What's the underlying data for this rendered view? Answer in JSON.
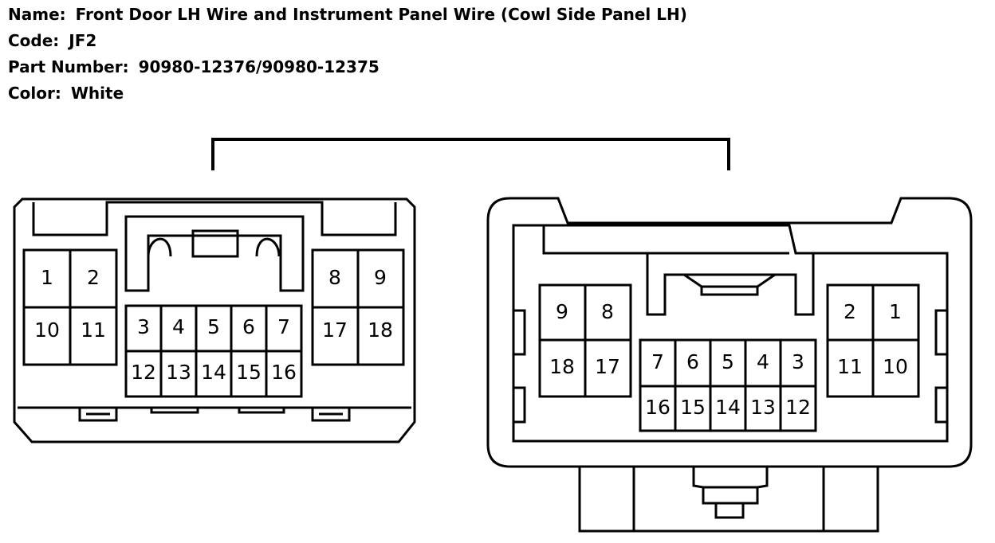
{
  "header": {
    "name_label": "Name:",
    "name_value": "Front Door LH Wire and Instrument Panel Wire (Cowl Side Panel LH)",
    "code_label": "Code:",
    "code_value": "JF2",
    "part_label": "Part Number:",
    "part_value": "90980-12376/90980-12375",
    "color_label": "Color:",
    "color_value": "White"
  },
  "colors": {
    "line": "#000000",
    "background": "#ffffff"
  },
  "left_connector": {
    "pins": {
      "p1": "1",
      "p2": "2",
      "p10": "10",
      "p11": "11",
      "p3": "3",
      "p4": "4",
      "p5": "5",
      "p6": "6",
      "p7": "7",
      "p12": "12",
      "p13": "13",
      "p14": "14",
      "p15": "15",
      "p16": "16",
      "p8": "8",
      "p9": "9",
      "p17": "17",
      "p18": "18"
    }
  },
  "right_connector": {
    "pins": {
      "p9": "9",
      "p8": "8",
      "p18": "18",
      "p17": "17",
      "p7": "7",
      "p6": "6",
      "p5": "5",
      "p4": "4",
      "p3": "3",
      "p16": "16",
      "p15": "15",
      "p14": "14",
      "p13": "13",
      "p12": "12",
      "p2": "2",
      "p1": "1",
      "p11": "11",
      "p10": "10"
    }
  }
}
